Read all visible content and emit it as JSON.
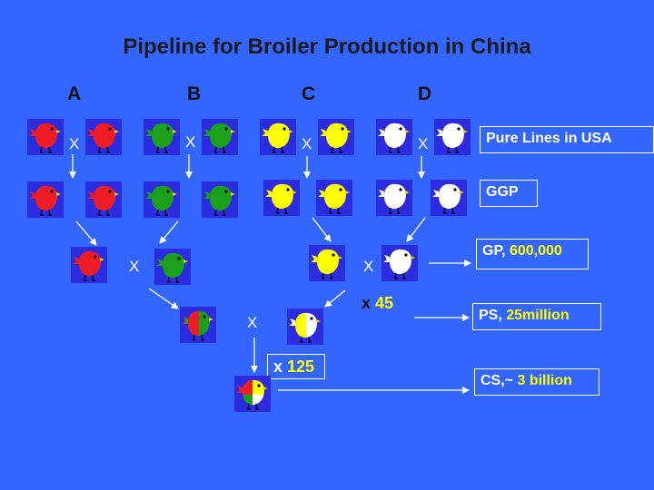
{
  "title": "Pipeline for Broiler Production in China",
  "lines": [
    "A",
    "B",
    "C",
    "D"
  ],
  "cross_symbol": "X",
  "multipliers": {
    "ps": "x 45",
    "ps_prefix": "x",
    "ps_value": "45",
    "cs_prefix": "x",
    "cs_value": "125"
  },
  "labels": {
    "pure_lines": "Pure Lines in USA",
    "ggp": "GGP",
    "gp_prefix": "GP,",
    "gp_value": "600,000",
    "ps_prefix": "PS,",
    "ps_value": "25million",
    "cs_prefix": "CS,~",
    "cs_value": "3 billion"
  },
  "colors": {
    "background": "#3366ff",
    "line_a": "#ee1c24",
    "line_b": "#1aa01a",
    "line_c": "#ffff00",
    "line_d": "#ffffff",
    "highlight": "#ffff00"
  },
  "icons": [
    "chick-icon",
    "arrow-icon"
  ]
}
